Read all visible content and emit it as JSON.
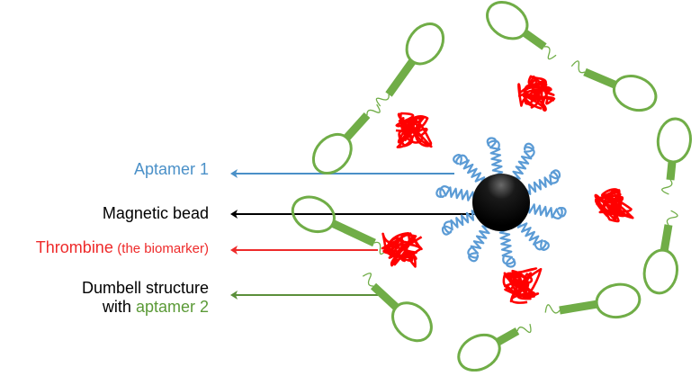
{
  "figure": {
    "labels": {
      "aptamer1": {
        "text": "Aptamer 1",
        "color": "#4a90c8"
      },
      "bead": {
        "text": "Magnetic bead",
        "color": "#000000"
      },
      "thrombine": {
        "main": "Thrombine",
        "note": "(the biomarker)",
        "color": "#ee2a2a"
      },
      "dumbell": {
        "line1": "Dumbell structure",
        "line2_prefix": "with",
        "line2_highlight": "aptamer 2",
        "color": "#000000",
        "highlight_color": "#5b9a37"
      }
    },
    "colors": {
      "aptamer1": "#5b9bd5",
      "bead": "#000000",
      "thrombine": "#ff0000",
      "dumbell": "#70ad47",
      "arrow_aptamer1": "#4a90c8",
      "arrow_bead": "#000000",
      "arrow_thrombine": "#ee2a2a",
      "arrow_dumbell": "#5b8f3a"
    },
    "components": {
      "aptamer1_strands": 10,
      "thrombine_clusters": 5,
      "dumbell_structures": 10
    }
  }
}
